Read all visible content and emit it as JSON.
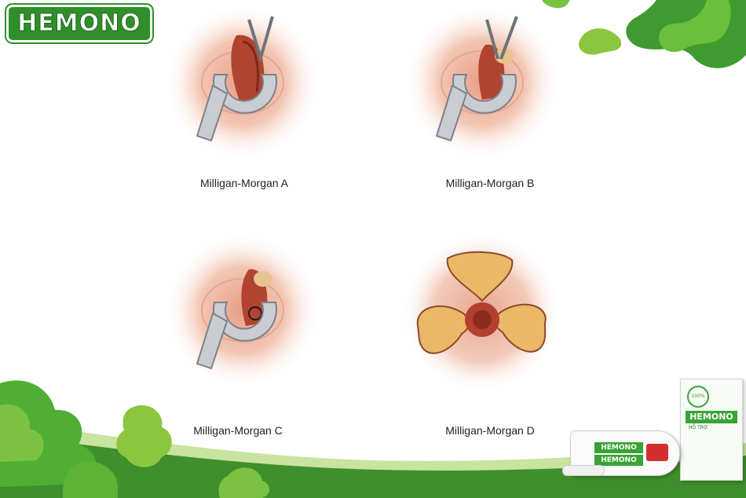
{
  "brand": {
    "logo_text": "HEMONO",
    "color": "#2f8f2a"
  },
  "figures": [
    {
      "caption": "Milligan-Morgan A",
      "variant": "clamp-scissors"
    },
    {
      "caption": "Milligan-Morgan B",
      "variant": "clamp-excised"
    },
    {
      "caption": "Milligan-Morgan C",
      "variant": "clamp-ligated"
    },
    {
      "caption": "Milligan-Morgan D",
      "variant": "three-wounds"
    }
  ],
  "product": {
    "box_label": "HEMONO",
    "box_badge": "100%",
    "box_sub": "HỖ TRỢ",
    "tube_label": "HEMONO",
    "tube_label_2": "HEMONO"
  },
  "colors": {
    "green_dark": "#2e7d25",
    "green_light": "#7cc242",
    "skin": "#f3c9b6",
    "tissue": "#b8452f"
  }
}
